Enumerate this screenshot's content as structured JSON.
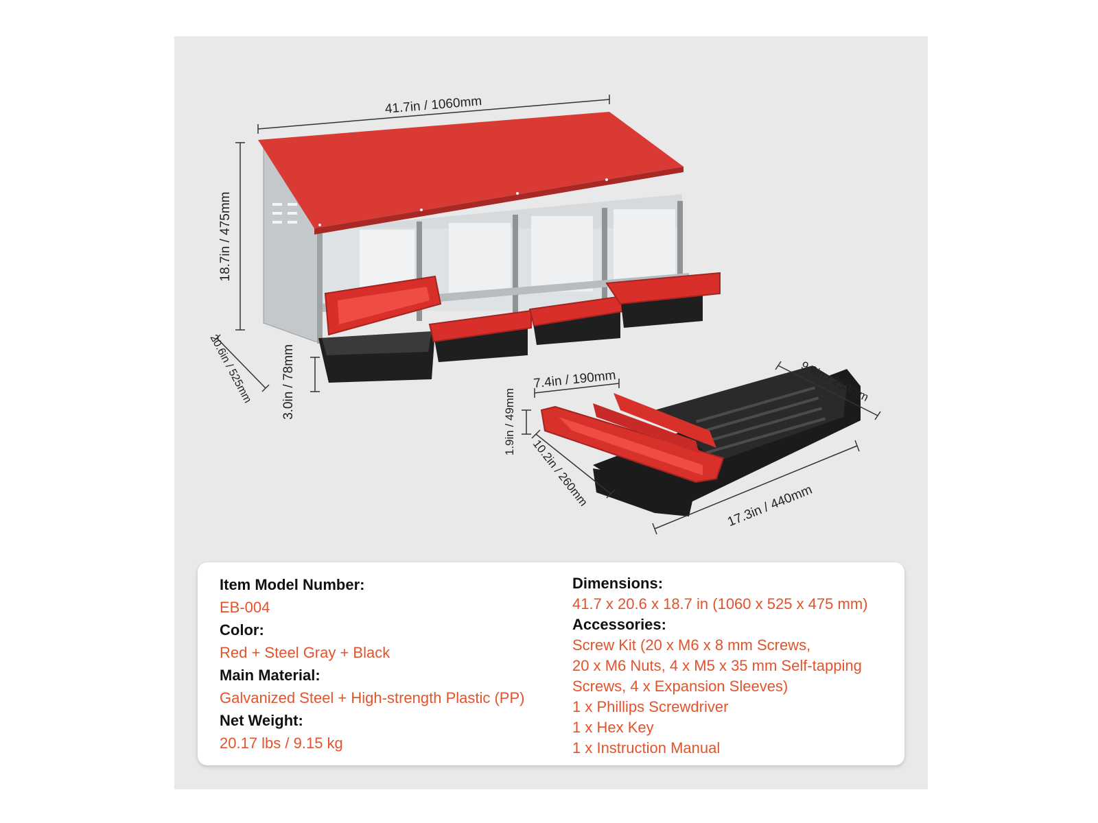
{
  "dimensions_labels": {
    "width": "41.7in / 1060mm",
    "height": "18.7in / 475mm",
    "depth": "20.6in / 525mm",
    "tray_drop": "3.0in / 78mm",
    "tray_handle": "7.4in / 190mm",
    "tray_width": "9.9in / 253mm",
    "tray_lip": "1.9in / 49mm",
    "tray_side": "10.2in / 260mm",
    "tray_length": "17.3in / 440mm"
  },
  "specs": {
    "model_label": "Item Model Number:",
    "model_value": "EB-004",
    "color_label": "Color:",
    "color_value": "Red + Steel Gray + Black",
    "material_label": "Main Material:",
    "material_value": "Galvanized Steel + High-strength Plastic (PP)",
    "weight_label": "Net Weight:",
    "weight_value": "20.17 lbs / 9.15 kg",
    "dimensions_label": "Dimensions:",
    "dimensions_value": "41.7 x 20.6 x 18.7 in (1060 x 525 x 475 mm)",
    "accessories_label": "Accessories:",
    "accessories": [
      "Screw Kit (20 x M6 x 8 mm Screws,",
      "20 x M6 Nuts, 4 x M5 x 35 mm Self-tapping",
      "Screws, 4 x Expansion Sleeves)",
      "1 x Phillips Screwdriver",
      "1 x Hex Key",
      "1 x Instruction Manual"
    ]
  },
  "colors": {
    "accent_text": "#e3532b",
    "roof_red": "#d93a34",
    "steel": "#cfd3d6",
    "tray_black": "#1e1e1e",
    "panel_bg": "#e9e9e9"
  }
}
